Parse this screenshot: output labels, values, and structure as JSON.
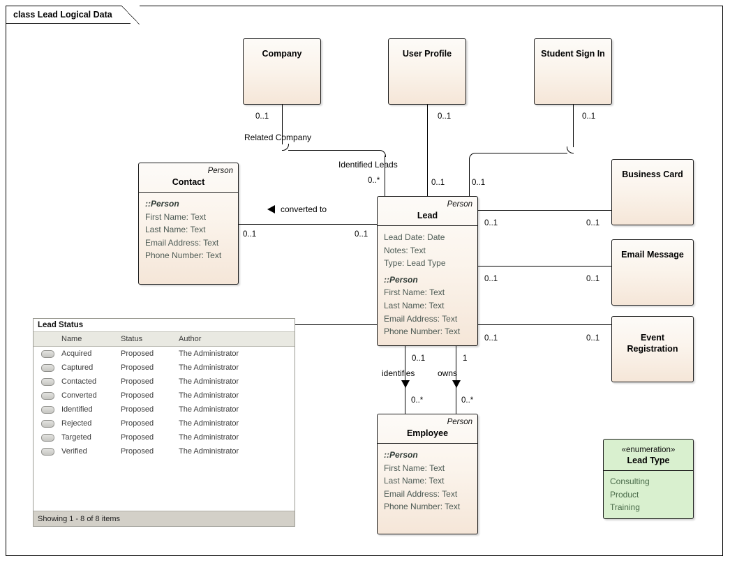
{
  "diagram": {
    "frame_label": "class Lead Logical Data"
  },
  "nodes": {
    "company": {
      "title": "Company"
    },
    "user_profile": {
      "title": "User Profile"
    },
    "student_signin": {
      "title": "Student Sign In"
    },
    "business_card": {
      "title": "Business Card"
    },
    "email_message": {
      "title": "Email Message"
    },
    "event_registration": {
      "title_line1": "Event",
      "title_line2": "Registration"
    },
    "contact": {
      "stereotype": "Person",
      "title": "Contact",
      "attributes": [
        "::Person",
        "First Name: Text",
        "Last Name: Text",
        "Email Address: Text",
        "Phone Number: Text"
      ]
    },
    "lead": {
      "stereotype": "Person",
      "title": "Lead",
      "attributes_own": [
        "Lead Date: Date",
        "Notes: Text",
        "Type: Lead Type"
      ],
      "attributes_inherited": [
        "::Person",
        "First Name: Text",
        "Last Name: Text",
        "Email Address: Text",
        "Phone Number: Text"
      ]
    },
    "employee": {
      "stereotype": "Person",
      "title": "Employee",
      "attributes": [
        "::Person",
        "First Name: Text",
        "Last Name: Text",
        "Email Address: Text",
        "Phone Number: Text"
      ]
    },
    "lead_type": {
      "stereotype": "«enumeration»",
      "title": "Lead Type",
      "literals": [
        "Consulting",
        "Product",
        "Training"
      ]
    }
  },
  "connectors": {
    "company_to_lead": {
      "source_mult": "0..1",
      "role_label": "Related Company",
      "target_role": "Identified Leads",
      "target_mult": "0..*"
    },
    "userprofile_to_lead": {
      "source_mult": "0..1",
      "target_mult": "0..1"
    },
    "studentsignin_to_lead": {
      "source_mult": "0..1",
      "target_mult": "0..1"
    },
    "contact_to_lead": {
      "label": "converted to",
      "source_mult": "0..1",
      "target_mult": "0..1"
    },
    "lead_to_businesscard": {
      "source_mult": "0..1",
      "target_mult": "0..1"
    },
    "lead_to_emailmessage": {
      "source_mult": "0..1",
      "target_mult": "0..1"
    },
    "lead_to_eventreg": {
      "source_mult": "0..1",
      "target_mult": "0..1"
    },
    "lead_identifies_employee": {
      "label": "identifies",
      "source_mult": "0..1",
      "target_mult": "0..*"
    },
    "lead_owns_employee": {
      "label": "owns",
      "source_mult": "1",
      "target_mult": "0..*"
    }
  },
  "lead_status_panel": {
    "title": "Lead Status",
    "columns": [
      "",
      "Name",
      "Status",
      "Author"
    ],
    "rows": [
      {
        "icon": "status-pill-icon",
        "name": "Acquired",
        "status": "Proposed",
        "author": "The Administrator"
      },
      {
        "icon": "status-pill-icon",
        "name": "Captured",
        "status": "Proposed",
        "author": "The Administrator"
      },
      {
        "icon": "status-pill-icon",
        "name": "Contacted",
        "status": "Proposed",
        "author": "The Administrator"
      },
      {
        "icon": "status-pill-icon",
        "name": "Converted",
        "status": "Proposed",
        "author": "The Administrator"
      },
      {
        "icon": "status-pill-icon",
        "name": "Identified",
        "status": "Proposed",
        "author": "The Administrator"
      },
      {
        "icon": "status-pill-icon",
        "name": "Rejected",
        "status": "Proposed",
        "author": "The Administrator"
      },
      {
        "icon": "status-pill-icon",
        "name": "Targeted",
        "status": "Proposed",
        "author": "The Administrator"
      },
      {
        "icon": "status-pill-icon",
        "name": "Verified",
        "status": "Proposed",
        "author": "The Administrator"
      }
    ],
    "footer": "Showing  1 - 8 of 8 items"
  },
  "colors": {
    "class_fill_top": "#fdfbf8",
    "class_fill_bottom": "#f5e6d8",
    "class_border": "#1a1a1a",
    "attribute_text": "#4c5a54",
    "enum_fill": "#d9f0cf",
    "enum_text": "#4a6b4a",
    "panel_header_fill": "#e9e9e2",
    "panel_footer_fill": "#d3d0c8",
    "connector": "#000000"
  }
}
